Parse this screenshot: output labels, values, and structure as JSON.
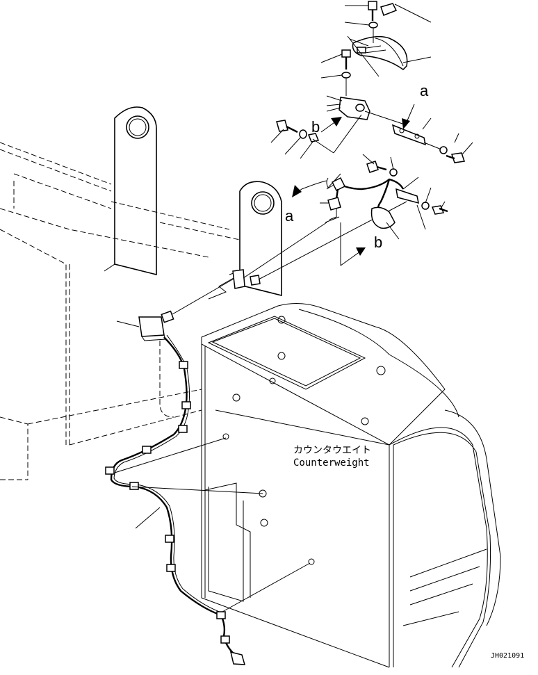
{
  "callouts": {
    "a_top": "a",
    "b_upper": "b",
    "a_left": "a",
    "b_lower": "b"
  },
  "counterweight": {
    "label_jp": "カウンタウエイト",
    "label_en": "Counterweight"
  },
  "drawing_id": "JH021091"
}
